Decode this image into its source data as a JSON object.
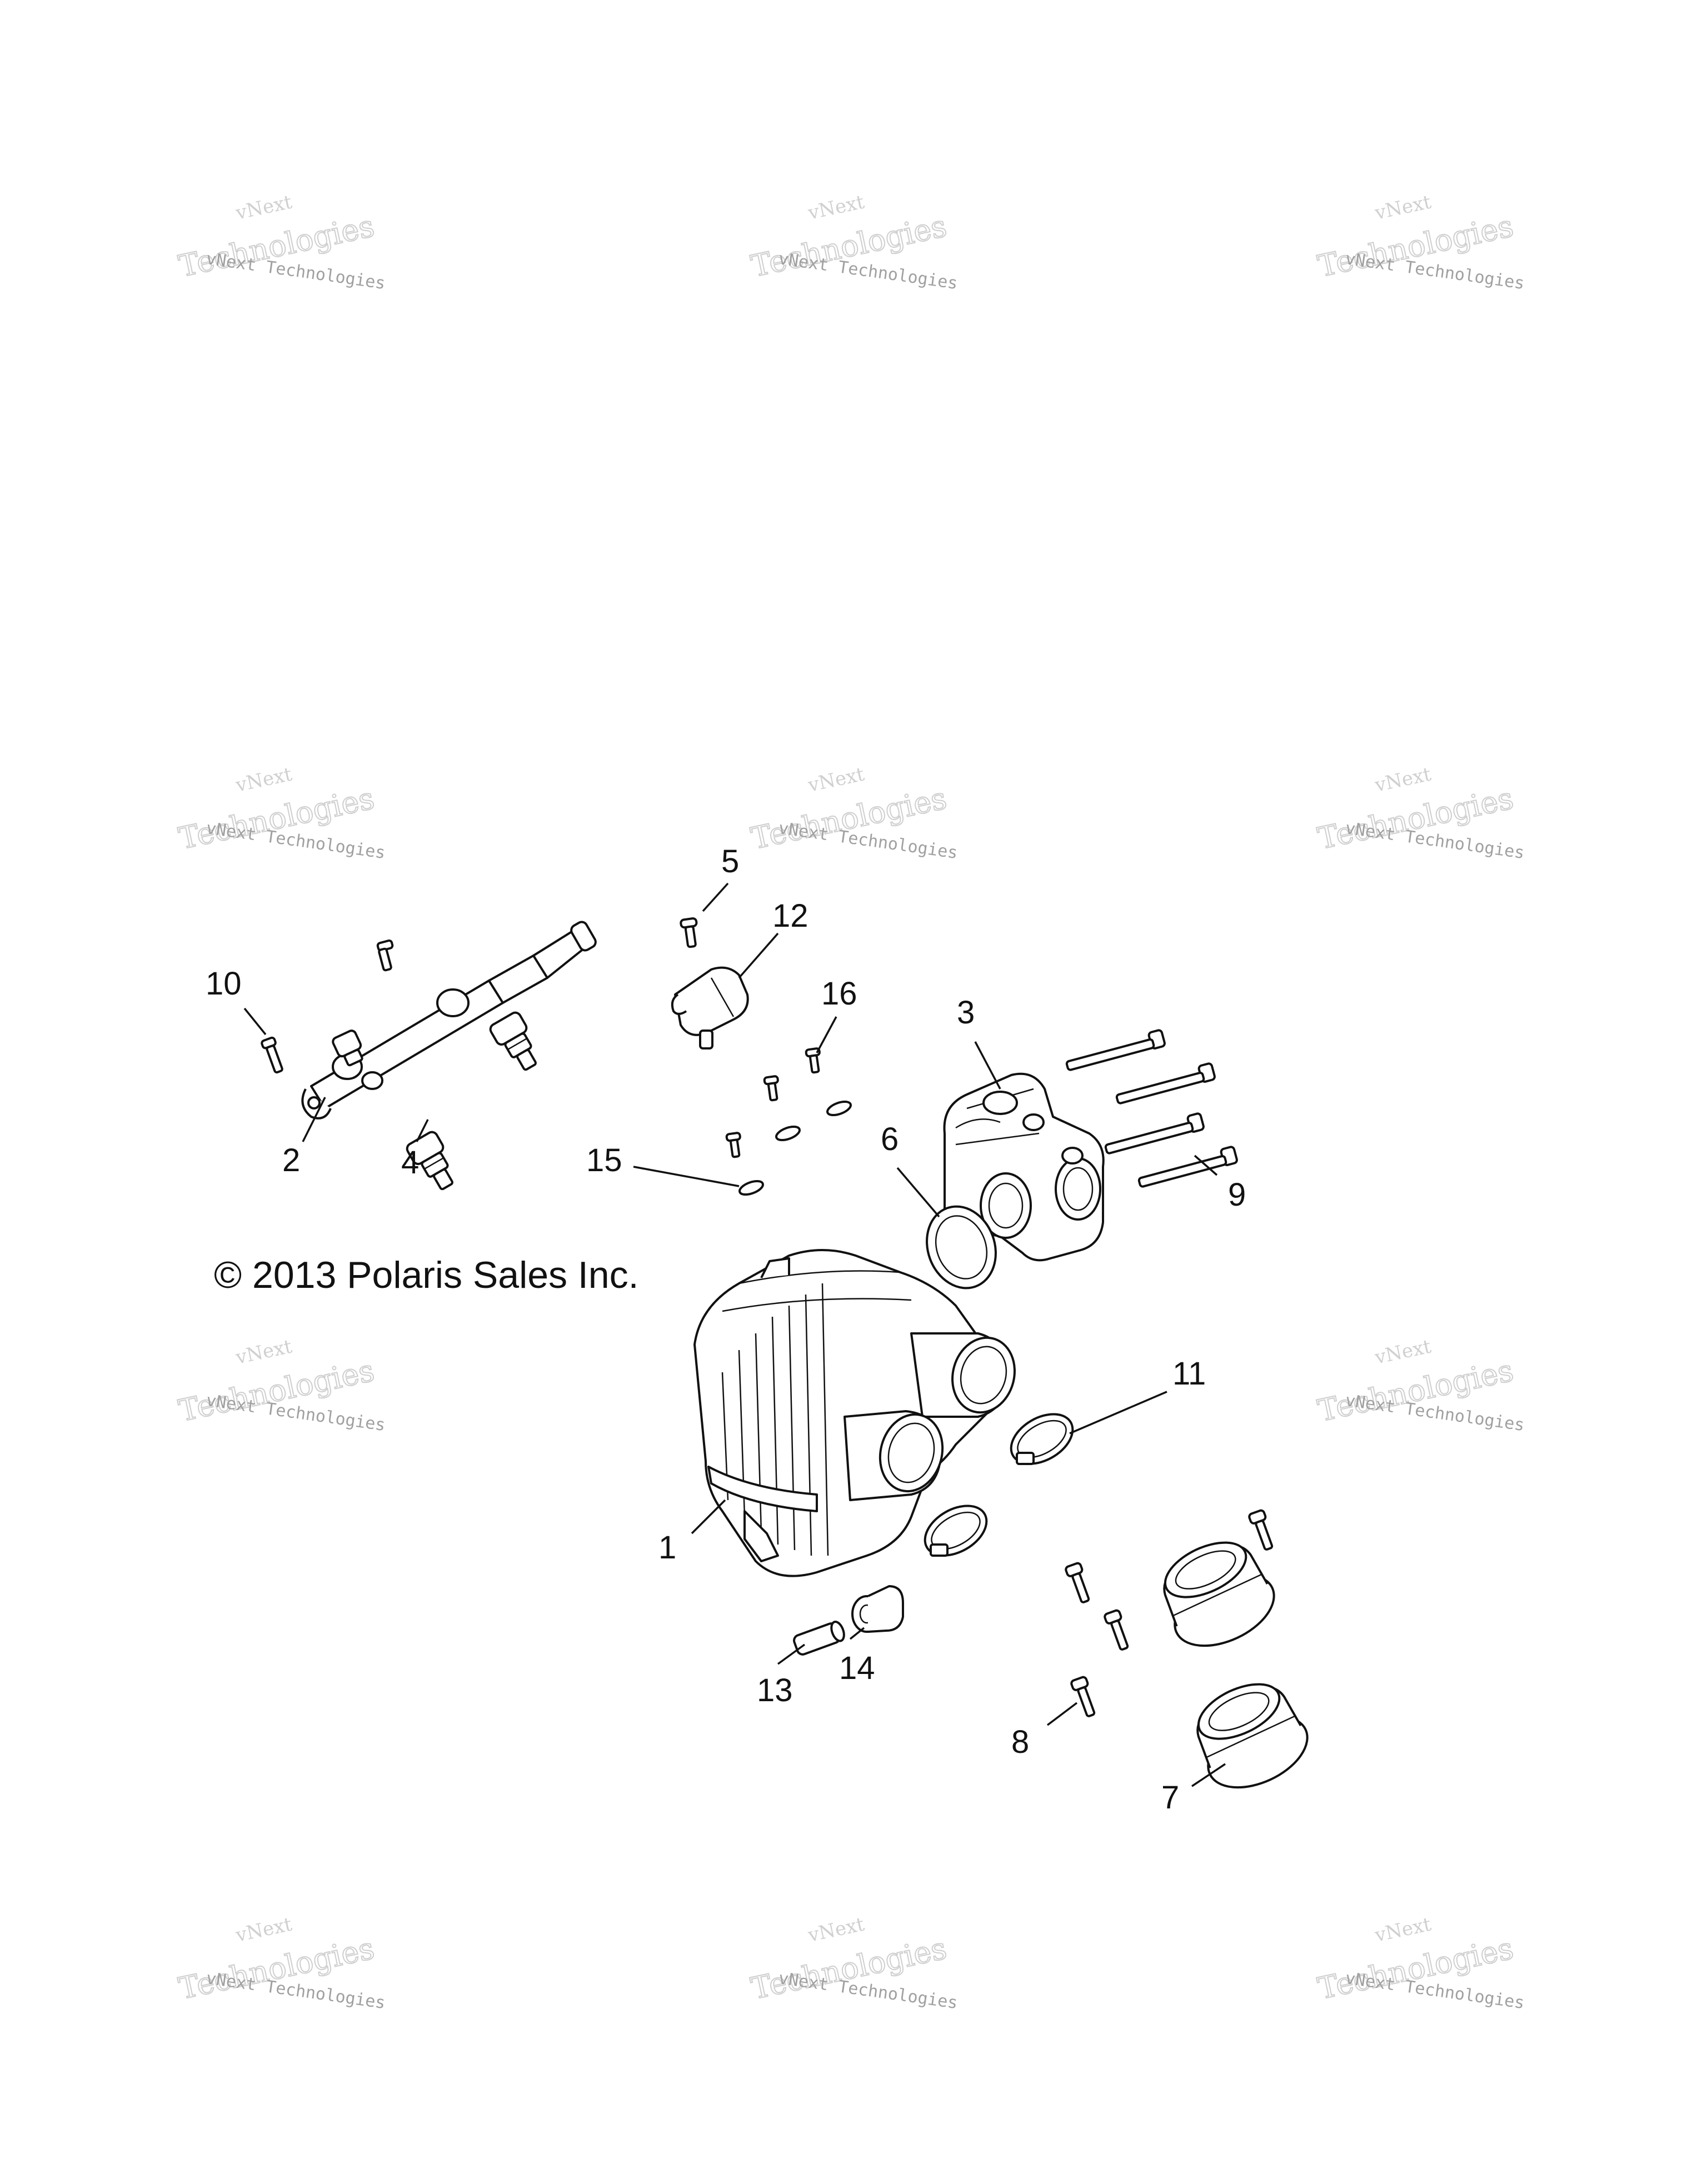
{
  "copyright": "© 2013 Polaris Sales Inc.",
  "watermark": {
    "line1": "vNext",
    "line2": "vNext Technologies",
    "line3": "Technologies"
  },
  "callouts": [
    {
      "id": "1",
      "label": "1"
    },
    {
      "id": "2",
      "label": "2"
    },
    {
      "id": "3",
      "label": "3"
    },
    {
      "id": "4",
      "label": "4"
    },
    {
      "id": "5",
      "label": "5"
    },
    {
      "id": "6",
      "label": "6"
    },
    {
      "id": "7",
      "label": "7"
    },
    {
      "id": "8",
      "label": "8"
    },
    {
      "id": "9",
      "label": "9"
    },
    {
      "id": "10",
      "label": "10"
    },
    {
      "id": "11",
      "label": "11"
    },
    {
      "id": "12",
      "label": "12"
    },
    {
      "id": "13",
      "label": "13"
    },
    {
      "id": "14",
      "label": "14"
    },
    {
      "id": "15",
      "label": "15"
    },
    {
      "id": "16",
      "label": "16"
    }
  ]
}
